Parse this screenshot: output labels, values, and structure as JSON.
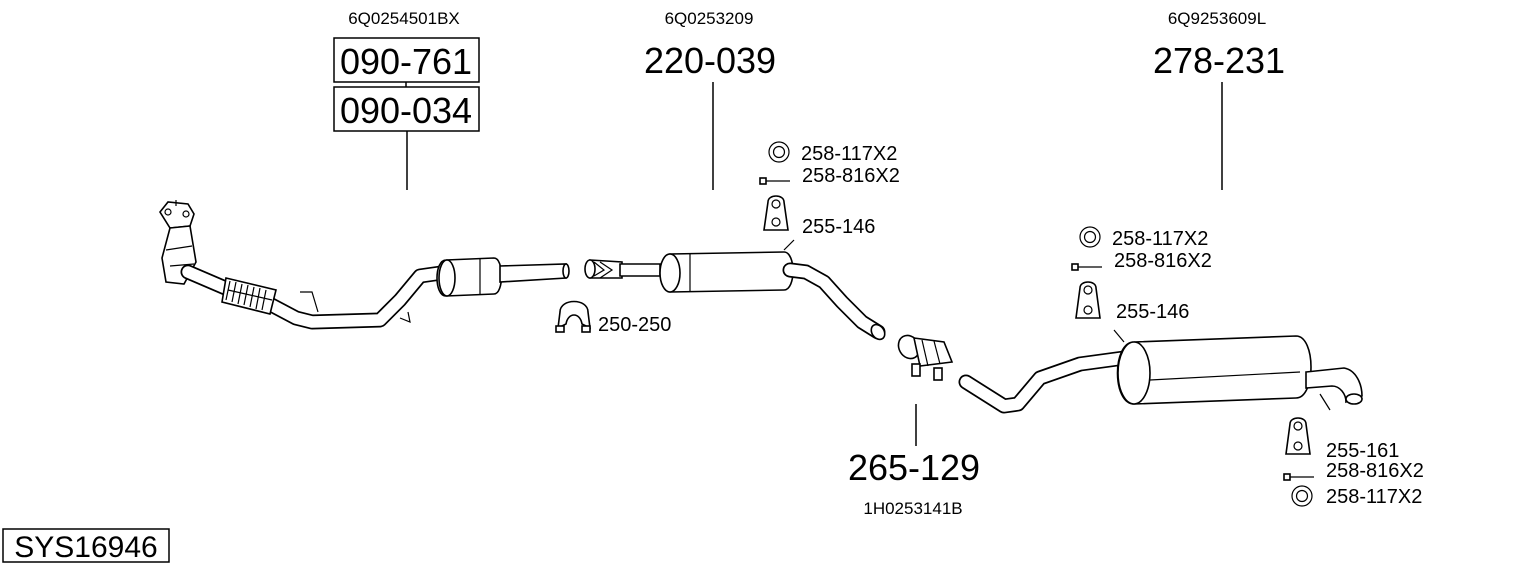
{
  "system_code": "SYS16946",
  "groups": {
    "front_pipe": {
      "oem_number": "6Q0254501BX",
      "part_numbers": [
        "090-761",
        "090-034"
      ]
    },
    "middle_silencer": {
      "oem_number": "6Q0253209",
      "part_number": "220-039",
      "accessories": [
        {
          "code": "258-117X2",
          "icon": "gasket-ring-icon"
        },
        {
          "code": "258-816X2",
          "icon": "bolt-icon"
        },
        {
          "code": "255-146",
          "icon": "rubber-mount-icon"
        }
      ]
    },
    "clamp": {
      "part_number": "250-250",
      "icon": "clamp-icon"
    },
    "connector": {
      "oem_number": "1H0253141B",
      "part_number": "265-129"
    },
    "rear_silencer": {
      "oem_number": "6Q9253609L",
      "part_number": "278-231",
      "accessories": [
        {
          "code": "258-117X2",
          "icon": "gasket-ring-icon"
        },
        {
          "code": "258-816X2",
          "icon": "bolt-icon"
        },
        {
          "code": "255-146",
          "icon": "rubber-mount-icon"
        }
      ],
      "tail_accessories": [
        {
          "code": "255-161",
          "icon": "rubber-mount-icon"
        },
        {
          "code": "258-816X2",
          "icon": "bolt-icon"
        },
        {
          "code": "258-117X2",
          "icon": "gasket-ring-icon"
        }
      ]
    }
  }
}
